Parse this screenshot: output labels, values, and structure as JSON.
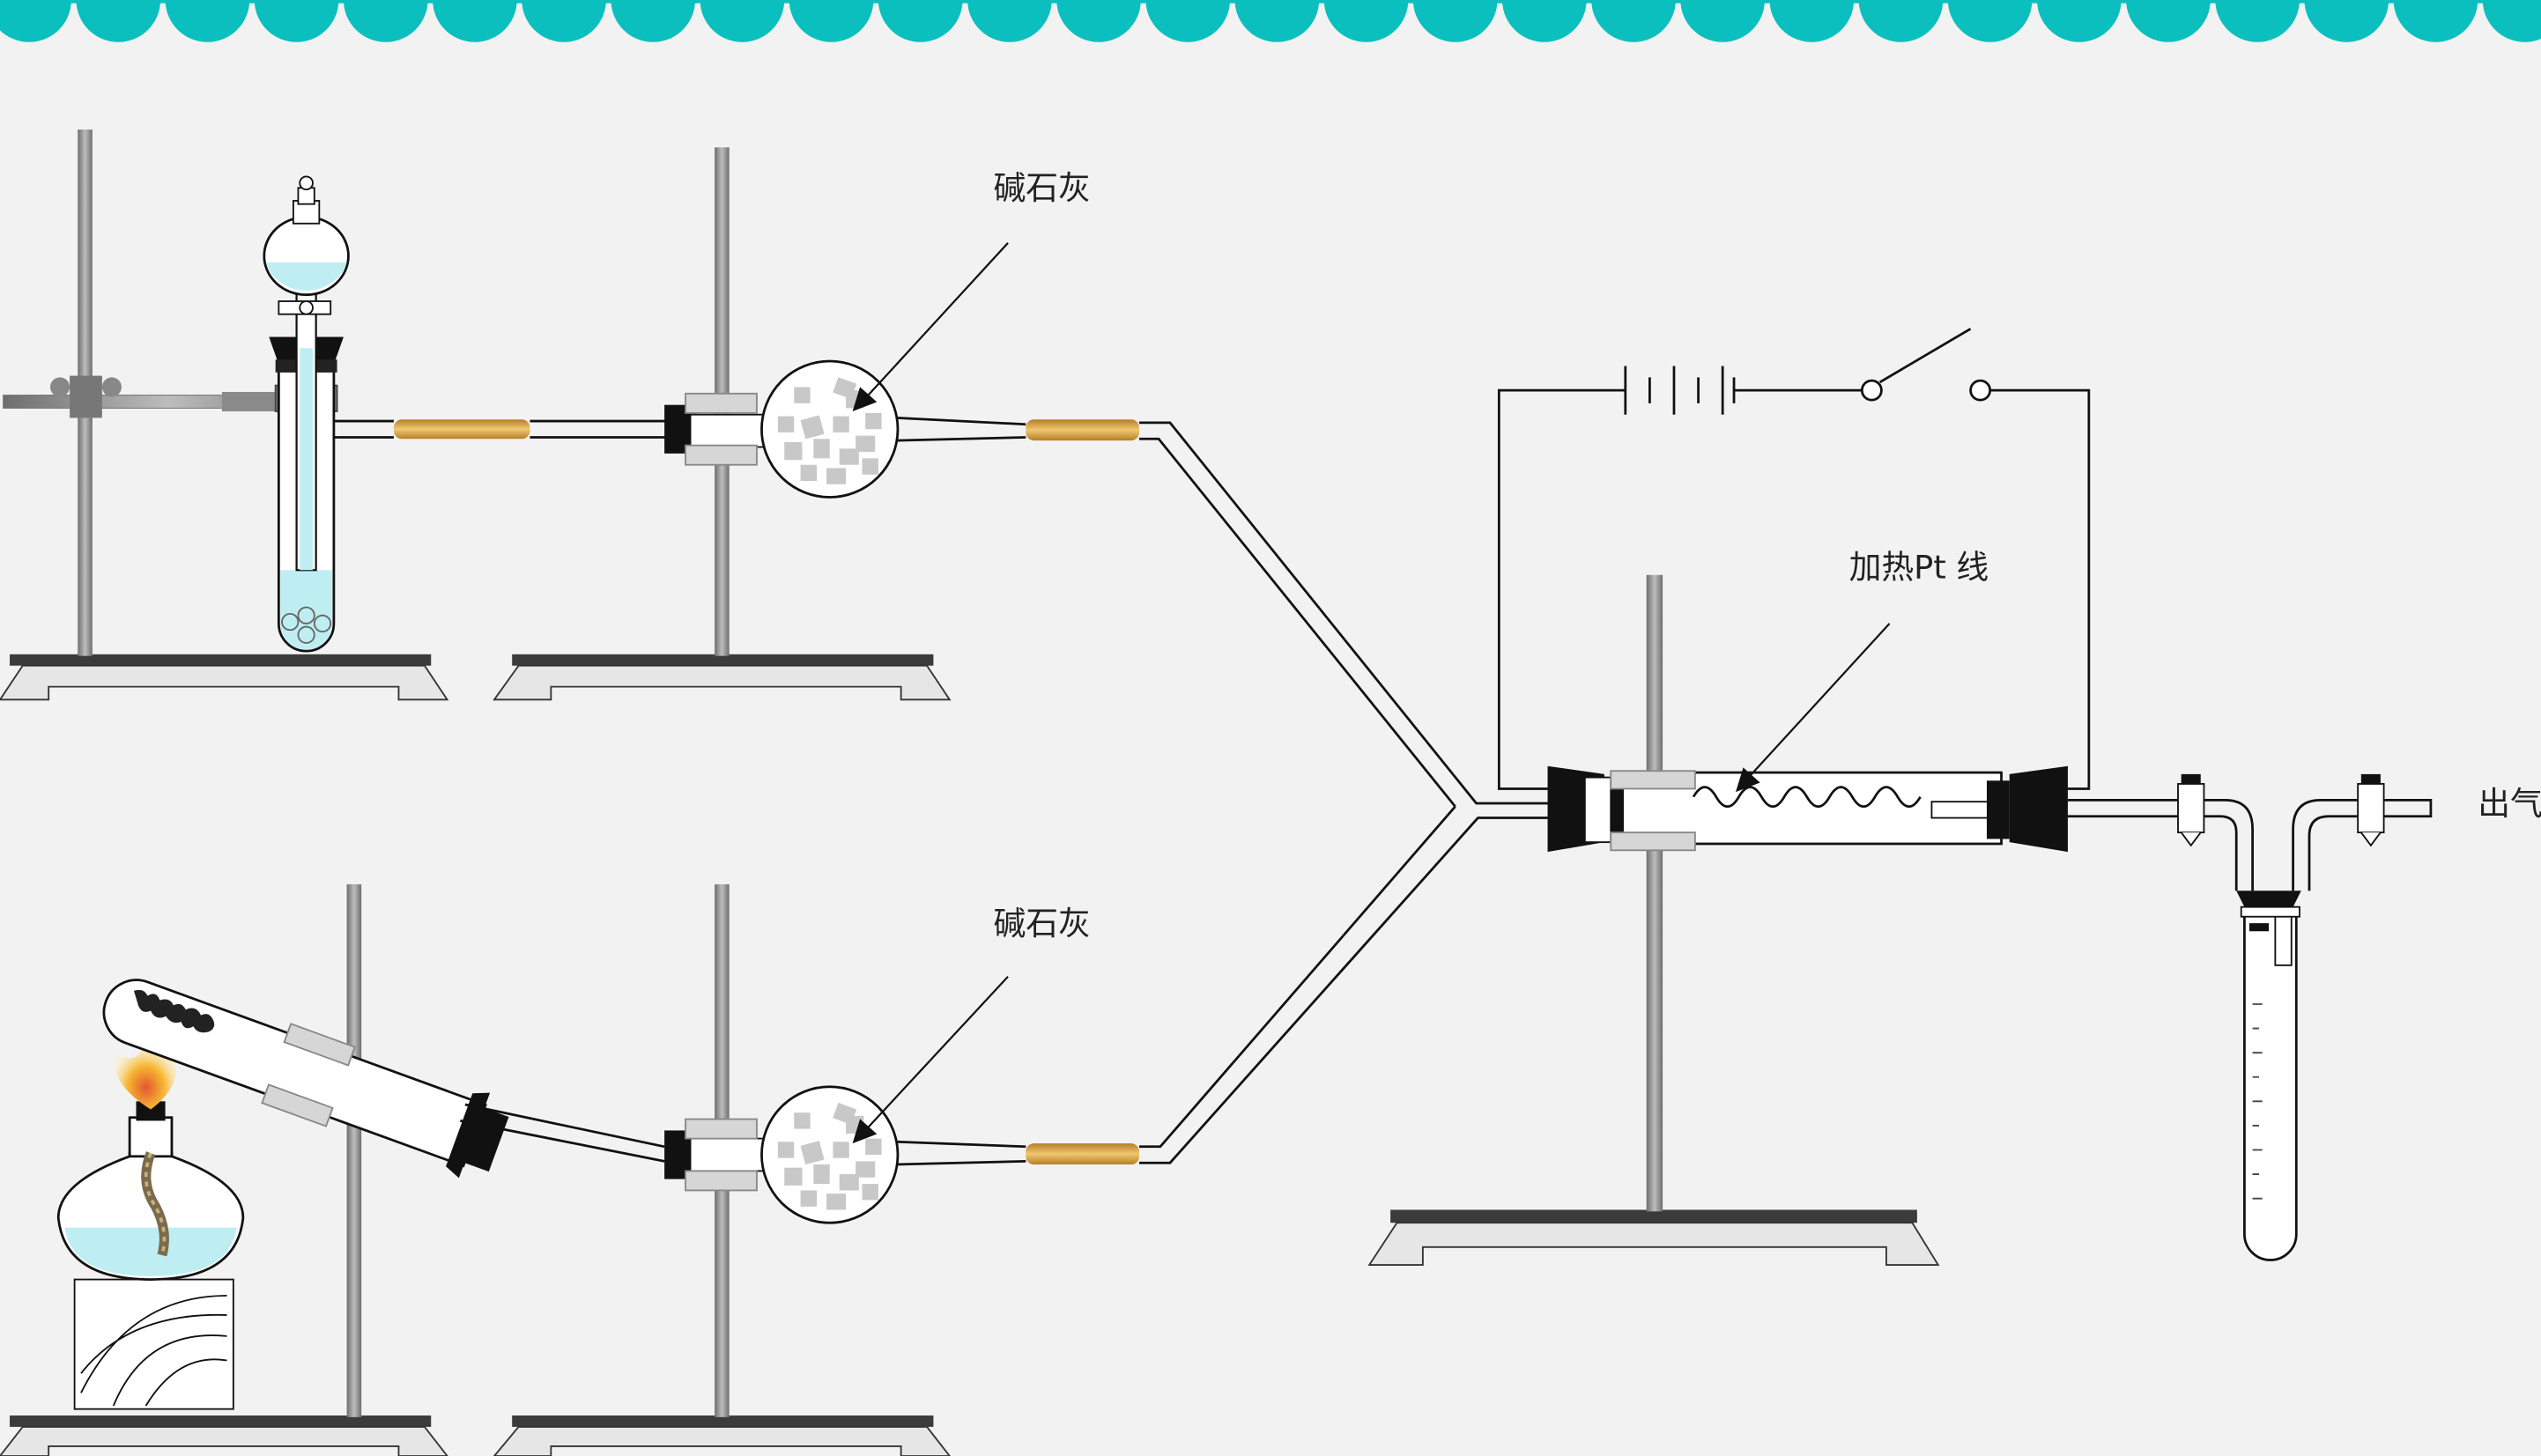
{
  "labels": {
    "soda_lime_top": "碱石灰",
    "soda_lime_bottom": "碱石灰",
    "pt_wire": "加热Pt 线",
    "gas_outlet": "出气"
  },
  "colors": {
    "teal_border": "#0bbfbf",
    "background": "#f2f2f2",
    "liquid": "#bfeef2",
    "rubber_tube": "#d4a24a",
    "flame_outer": "#f7b733",
    "flame_inner": "#e4572e"
  }
}
